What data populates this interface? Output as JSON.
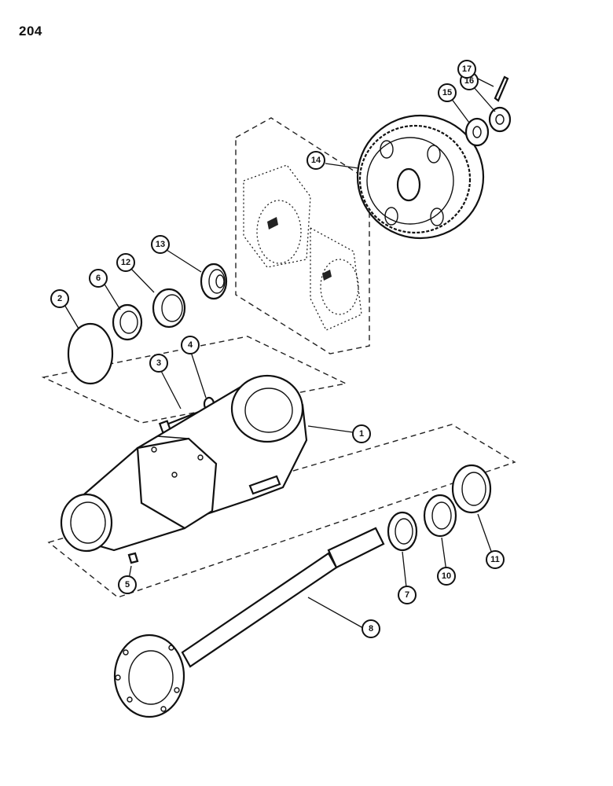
{
  "page": {
    "number": "204"
  },
  "callouts": [
    {
      "id": "1",
      "label": "1"
    },
    {
      "id": "2",
      "label": "2"
    },
    {
      "id": "3",
      "label": "3"
    },
    {
      "id": "4",
      "label": "4"
    },
    {
      "id": "5",
      "label": "5"
    },
    {
      "id": "6",
      "label": "6"
    },
    {
      "id": "7",
      "label": "7"
    },
    {
      "id": "8",
      "label": "8"
    },
    {
      "id": "10",
      "label": "10"
    },
    {
      "id": "11",
      "label": "11"
    },
    {
      "id": "12",
      "label": "12"
    },
    {
      "id": "13",
      "label": "13"
    },
    {
      "id": "14",
      "label": "14"
    },
    {
      "id": "15",
      "label": "15"
    },
    {
      "id": "16",
      "label": "16"
    },
    {
      "id": "17",
      "label": "17"
    }
  ]
}
